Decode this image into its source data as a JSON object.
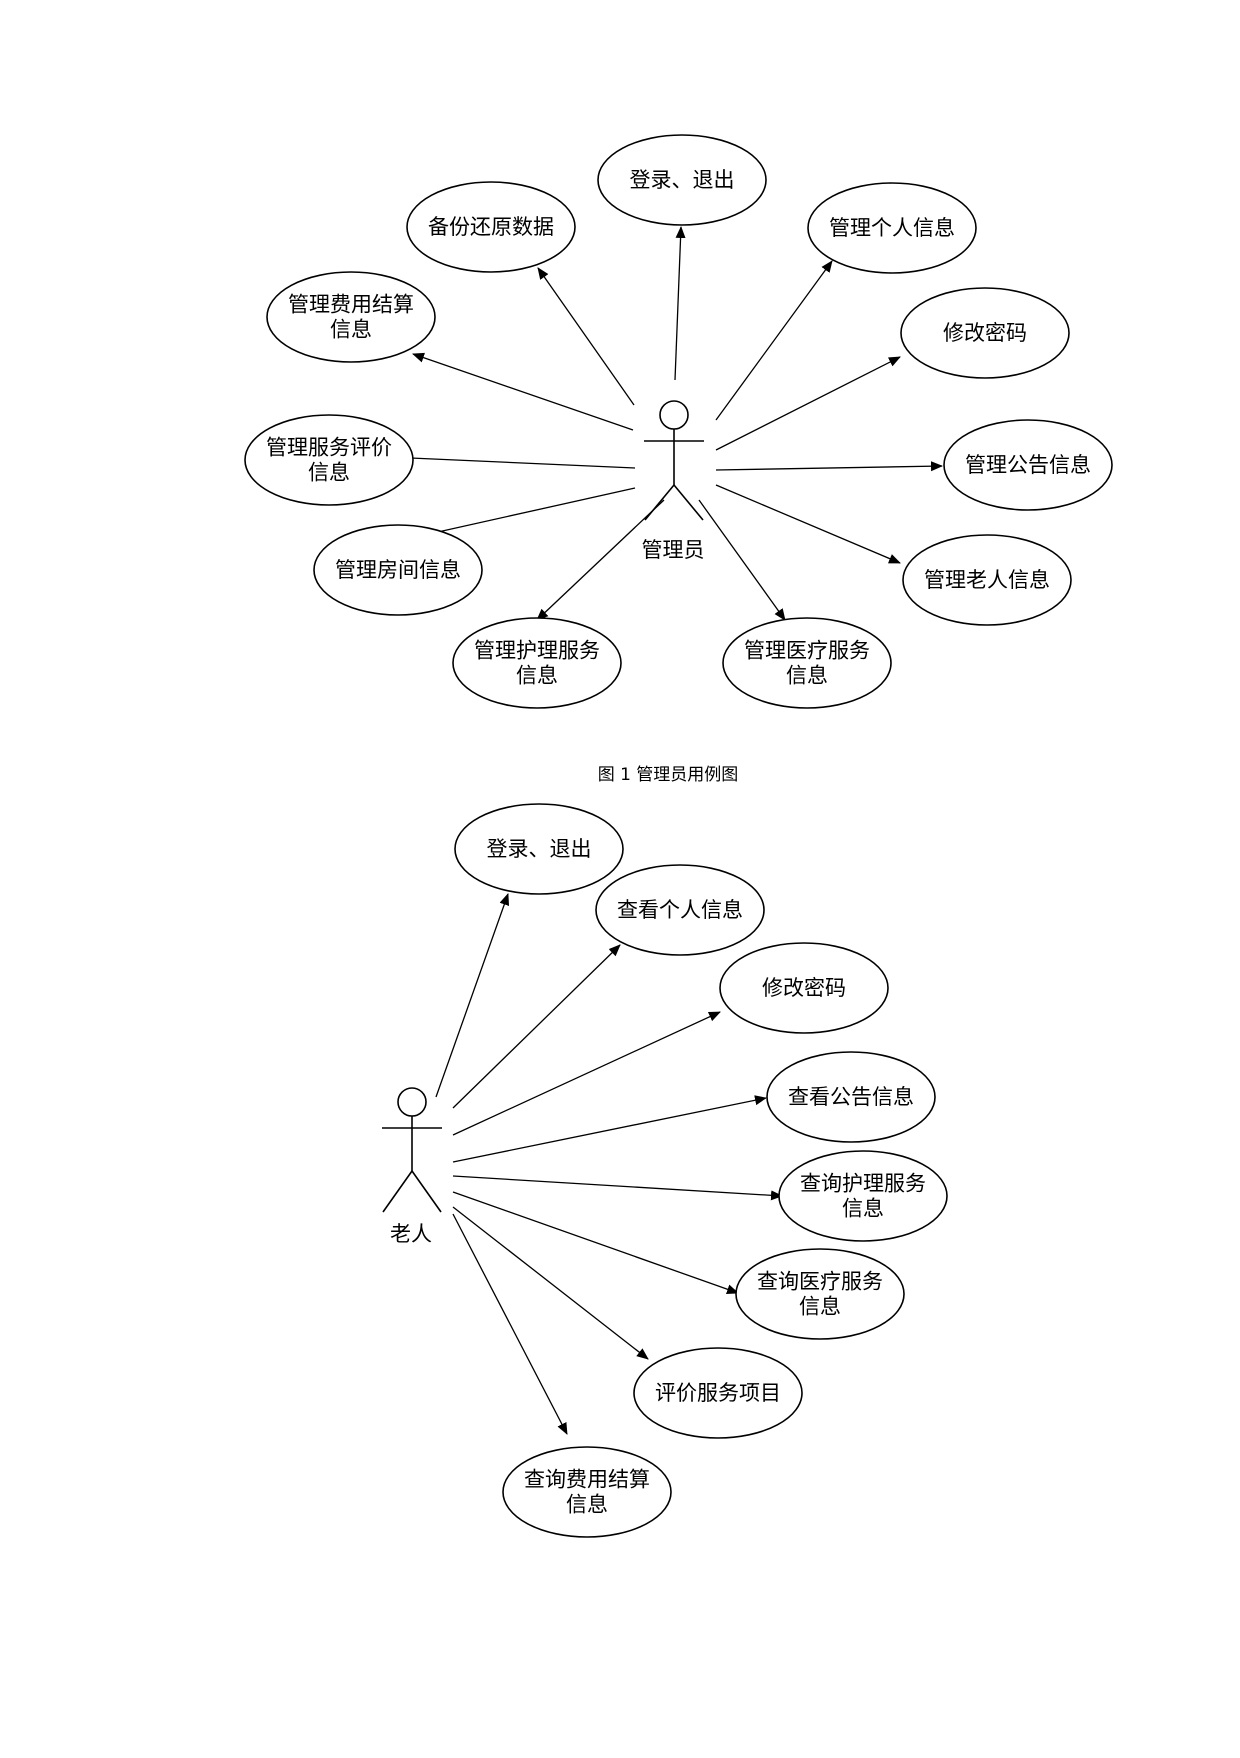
{
  "figure1": {
    "actor": "管理员",
    "use_cases": [
      [
        "登录、退出"
      ],
      [
        "备份还原数据"
      ],
      [
        "管理个人信息"
      ],
      [
        "管理费用结算",
        "信息"
      ],
      [
        "修改密码"
      ],
      [
        "管理服务评价",
        "信息"
      ],
      [
        "管理公告信息"
      ],
      [
        "管理房间信息"
      ],
      [
        "管理老人信息"
      ],
      [
        "管理护理服务",
        "信息"
      ],
      [
        "管理医疗服务",
        "信息"
      ]
    ],
    "caption": "图 1    管理员用例图"
  },
  "figure2": {
    "actor": "老人",
    "use_cases": [
      [
        "登录、退出"
      ],
      [
        "查看个人信息"
      ],
      [
        "修改密码"
      ],
      [
        "查看公告信息"
      ],
      [
        "查询护理服务",
        "信息"
      ],
      [
        "查询医疗服务",
        "信息"
      ],
      [
        "评价服务项目"
      ],
      [
        "查询费用结算",
        "信息"
      ]
    ]
  }
}
